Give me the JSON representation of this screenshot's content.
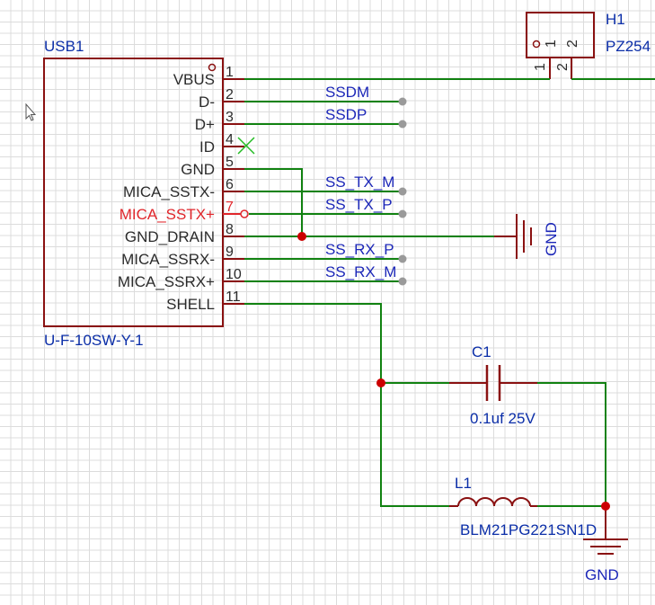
{
  "usb": {
    "designator": "USB1",
    "part": "U-F-10SW-Y-1",
    "pins": [
      {
        "num": "1",
        "name": "VBUS"
      },
      {
        "num": "2",
        "name": "D-"
      },
      {
        "num": "3",
        "name": "D+"
      },
      {
        "num": "4",
        "name": "ID"
      },
      {
        "num": "5",
        "name": "GND"
      },
      {
        "num": "6",
        "name": "MICA_SSTX-"
      },
      {
        "num": "7",
        "name": "MICA_SSTX+",
        "color": "#e0262b"
      },
      {
        "num": "8",
        "name": "GND_DRAIN"
      },
      {
        "num": "9",
        "name": "MICA_SSRX-"
      },
      {
        "num": "10",
        "name": "MICA_SSRX+"
      },
      {
        "num": "11",
        "name": "SHELL"
      }
    ]
  },
  "header": {
    "designator": "H1",
    "part": "PZ254",
    "pin1": "1",
    "pin2": "2"
  },
  "net_labels": [
    "SSDM",
    "SSDP",
    "SS_TX_M",
    "SS_TX_P",
    "SS_RX_P",
    "SS_RX_M"
  ],
  "capacitor": {
    "designator": "C1",
    "value": "0.1uf 25V"
  },
  "inductor": {
    "designator": "L1",
    "part": "BLM21PG221SN1D"
  },
  "ground_labels": {
    "pin8": "GND",
    "shell": "GND"
  },
  "colors": {
    "wire": "#118211",
    "component": "#8a1111",
    "net_label": "#1c27b8",
    "designator": "#0b2ea8",
    "junction": "#cc0000",
    "highlight": "#e0262b",
    "no_connect": "#22bb22"
  },
  "icons": {
    "cursor": "mouse-pointer-icon",
    "ground": "ground-symbol-icon",
    "no_connect": "no-connect-x-icon",
    "net_flag": "net-flag-circle-icon"
  }
}
